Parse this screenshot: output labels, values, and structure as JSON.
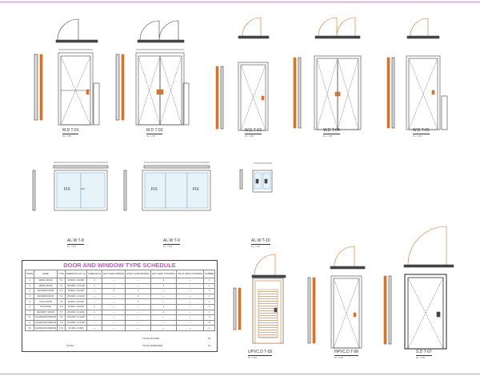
{
  "schedule": {
    "title": "DOOR AND WINDOW TYPE SCHEDULE",
    "columns": [
      "ROWS",
      "NAME",
      "TYPE",
      "DIMENSION (W x H)",
      "THRESHOLD",
      "LEFT HAND INSWING",
      "RIGHT HAND INSWING",
      "LEFT HAND OUTSWING",
      "RIGHT HAND OUTSWING",
      "NUMBER"
    ],
    "rows": [
      [
        "1",
        "METAL DOOR",
        "T-1",
        "W=900 x H=2100",
        "3",
        "—",
        "—",
        "1",
        "—",
        "1"
      ],
      [
        "2",
        "METAL DOOR",
        "T-2",
        "W=1800 x H=2100",
        "1",
        "—",
        "—",
        "1",
        "—",
        "1"
      ],
      [
        "3",
        "WOODEN DOOR",
        "T-3",
        "W=800 x H=2100",
        "—",
        "2",
        "1",
        "—",
        "—",
        "3"
      ],
      [
        "4",
        "WOODEN DOOR",
        "T-4",
        "W=1500 x H=2100",
        "—",
        "—",
        "1",
        "—",
        "—",
        "1"
      ],
      [
        "5",
        "UPVC DOOR",
        "T-5",
        "W=900 x H=2100",
        "—",
        "—",
        "1",
        "—",
        "—",
        "1"
      ],
      [
        "6",
        "PVC DOOR",
        "T-6",
        "W=900 x H=2100",
        "1",
        "—",
        "—",
        "1",
        "—",
        "1"
      ],
      [
        "7",
        "SECURITY DOOR",
        "T-7",
        "W=1000 x H=2200",
        "1",
        "—",
        "—",
        "1",
        "—",
        "1"
      ],
      [
        "8",
        "ALUMINUM WINDOW",
        "T-8",
        "W=1200 x H=1200",
        "—",
        "—",
        "—",
        "—",
        "—",
        "3"
      ],
      [
        "9",
        "ALUMINUM WINDOW",
        "T-9",
        "W=1800 x H=1200",
        "—",
        "—",
        "—",
        "—",
        "—",
        "8"
      ],
      [
        "10",
        "ALUMINUM WINDOW",
        "T-10",
        "W=400 x H=600",
        "—",
        "—",
        "—",
        "—",
        "—",
        "1"
      ]
    ],
    "total_doors_label": "TOTAL DOORS",
    "total_doors": "21",
    "total_windows_label": "TOTAL WINDOWS",
    "total_windows": "12",
    "total_label": "TOTAL"
  },
  "tags": {
    "md1": "M.D      T-01",
    "md2": "M.D      T-02",
    "wd3": "W.D      T-03",
    "wd4": "W.D      T-04",
    "wd5": "W.D      T-05",
    "aw8": "AL.W      T-8",
    "aw9": "AL.W      T-9",
    "aw10": "AL.W      T-10",
    "upvc": "UPVC.D      T-05",
    "pvc": "HPVC.D      T-06",
    "sd": "S.D      T-07",
    "scale": "Sc. 1:50"
  },
  "window_labels": {
    "fix": "FIX"
  },
  "colors": {
    "line": "#444444",
    "hinge": "#e07020",
    "glass": "#a8d8e8",
    "border": "#d38bd3",
    "title": "#d14fd1"
  }
}
